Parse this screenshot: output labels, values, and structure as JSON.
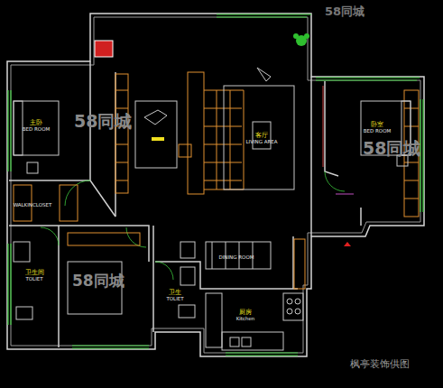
{
  "diagram": {
    "nodes": [
      {
        "text": [
          "主卧",
          "BED ROOM"
        ]
      },
      {
        "text": [
          "WALKINCLOSET"
        ]
      },
      {
        "text": [
          "卫生间",
          "TOLIET"
        ]
      },
      {
        "text": [
          "客厅",
          "LIVING AREA"
        ]
      },
      {
        "text": [
          "卧室",
          "BED ROOM"
        ]
      },
      {
        "text": [
          "卫生",
          "TOLIET"
        ]
      },
      {
        "text": [
          "DINING ROOM"
        ]
      },
      {
        "text": [
          "厨房",
          "Kitchen"
        ]
      }
    ],
    "labels": [
      "58同城",
      "58同城",
      "58同城",
      "58同城",
      "枫亭装饰供图"
    ]
  }
}
